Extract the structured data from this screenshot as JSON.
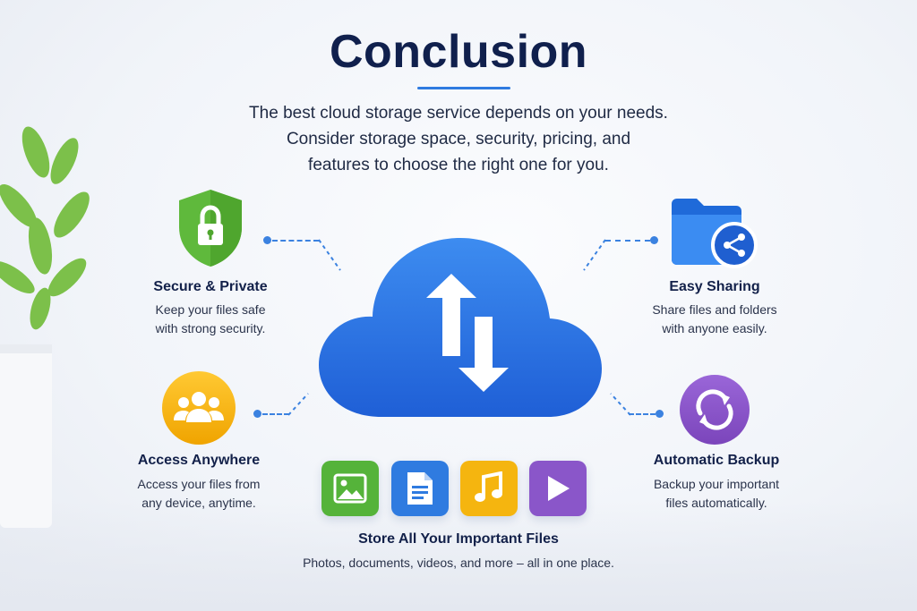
{
  "header": {
    "title": "Conclusion",
    "intro_lines": [
      "The best cloud storage service depends on your needs.",
      "Consider storage space, security, pricing, and",
      "features to choose the right one for you."
    ]
  },
  "features": {
    "secure": {
      "title": "Secure & Private",
      "desc_lines": [
        "Keep your files safe",
        "with strong security."
      ],
      "icon": "shield-lock-icon",
      "color": "#5fb93c"
    },
    "access": {
      "title": "Access Anywhere",
      "desc_lines": [
        "Access your files from",
        "any device, anytime."
      ],
      "icon": "users-icon",
      "color": "#f5b50f"
    },
    "sharing": {
      "title": "Easy Sharing",
      "desc_lines": [
        "Share files and folders",
        "with anyone easily."
      ],
      "icon": "folder-share-icon",
      "color": "#2f7be0"
    },
    "backup": {
      "title": "Automatic Backup",
      "desc_lines": [
        "Backup your important",
        "files automatically."
      ],
      "icon": "sync-icon",
      "color": "#8a56c9"
    }
  },
  "center": {
    "icon": "cloud-sync-icon",
    "color": "#2f72e0"
  },
  "files": {
    "tiles": [
      {
        "icon": "image-icon",
        "color": "#55b33a"
      },
      {
        "icon": "document-icon",
        "color": "#2f7be0"
      },
      {
        "icon": "music-icon",
        "color": "#f5b50f"
      },
      {
        "icon": "video-icon",
        "color": "#8a56c9"
      }
    ],
    "title": "Store All Your Important Files",
    "desc": "Photos, documents, videos, and more – all in one place."
  }
}
